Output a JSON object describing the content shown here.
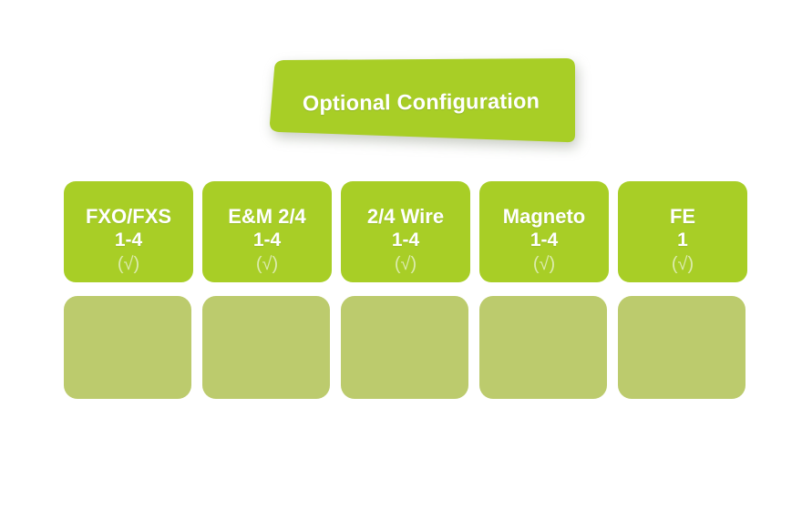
{
  "banner": {
    "title": "Optional Configuration",
    "fill_color": "#a8ce26",
    "text_color": "#ffffff"
  },
  "colors": {
    "primary_green": "#a8ce26",
    "muted_green": "#bccb6d",
    "check_mark": "#dcebae",
    "background": "#ffffff"
  },
  "primary_row": {
    "cells": [
      {
        "line1": "FXO/FXS",
        "line2": "1-4",
        "mark": "(√)"
      },
      {
        "line1": "E&M 2/4",
        "line2": "1-4",
        "mark": "(√)"
      },
      {
        "line1": "2/4 Wire",
        "line2": "1-4",
        "mark": "(√)"
      },
      {
        "line1": "Magneto",
        "line2": "1-4",
        "mark": "(√)"
      },
      {
        "line1": "FE",
        "line2": "1",
        "mark": "(√)"
      }
    ]
  },
  "secondary_row": {
    "cells": [
      {
        "label": ""
      },
      {
        "label": ""
      },
      {
        "label": ""
      },
      {
        "label": ""
      },
      {
        "label": ""
      }
    ]
  }
}
